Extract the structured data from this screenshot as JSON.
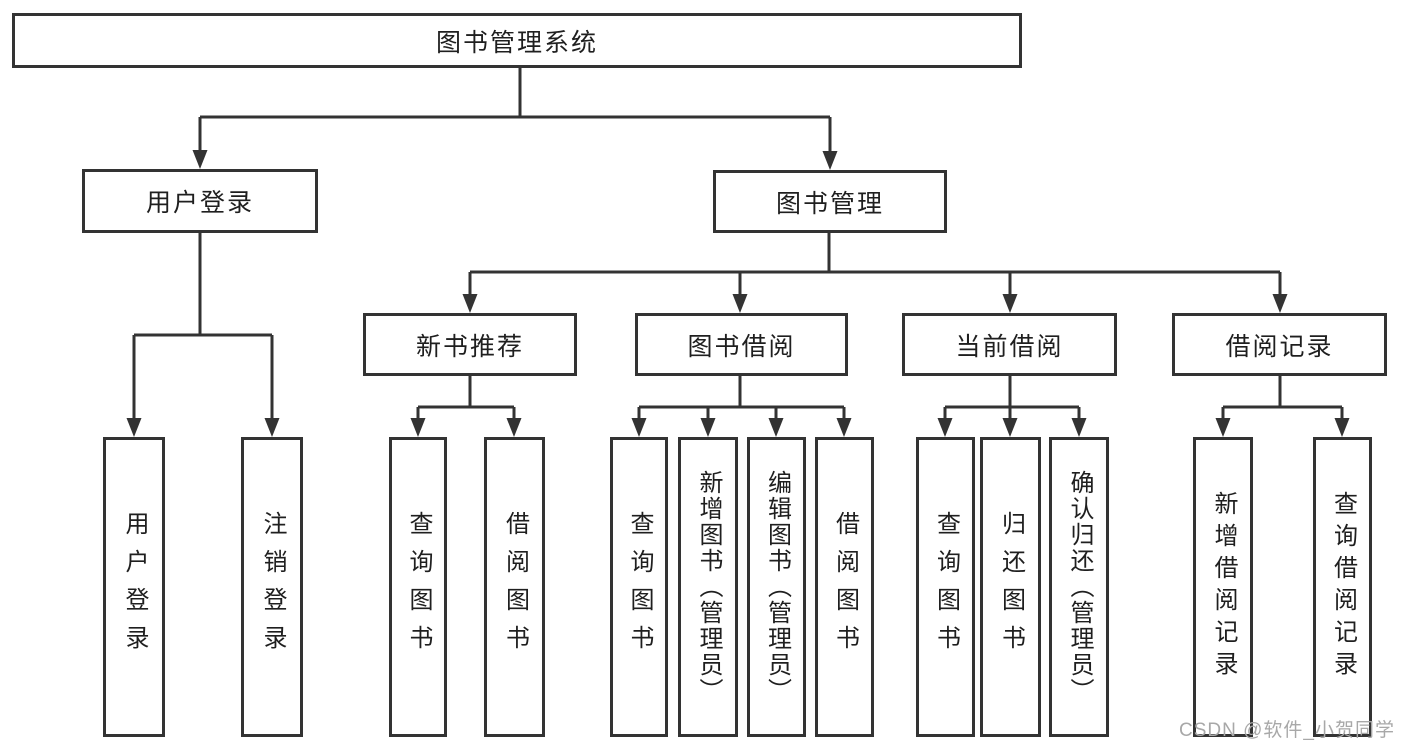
{
  "diagram": {
    "nodes": {
      "root": "图书管理系统",
      "user_login": "用户登录",
      "book_management": "图书管理",
      "new_book_recommend": "新书推荐",
      "book_borrow": "图书借阅",
      "current_borrow": "当前借阅",
      "borrow_records": "借阅记录",
      "leaf_user_login": "用户登录",
      "leaf_logout": "注销登录",
      "leaf_recommend_query": "查询图书",
      "leaf_recommend_borrow": "借阅图书",
      "leaf_borrow_query": "查询图书",
      "leaf_borrow_add": "新增图书（管理员）",
      "leaf_borrow_edit": "编辑图书（管理员）",
      "leaf_borrow_borrow": "借阅图书",
      "leaf_current_query": "查询图书",
      "leaf_current_return": "归还图书",
      "leaf_current_confirm": "确认归还（管理员）",
      "leaf_records_add": "新增借阅记录",
      "leaf_records_query": "查询借阅记录"
    },
    "watermark": "CSDN @软件_小贺同学",
    "colors": {
      "line": "#333333",
      "text": "#1f1f1f",
      "box_background": "#ffffff",
      "watermark": "#a8a8a8",
      "background": "#ffffff"
    }
  }
}
